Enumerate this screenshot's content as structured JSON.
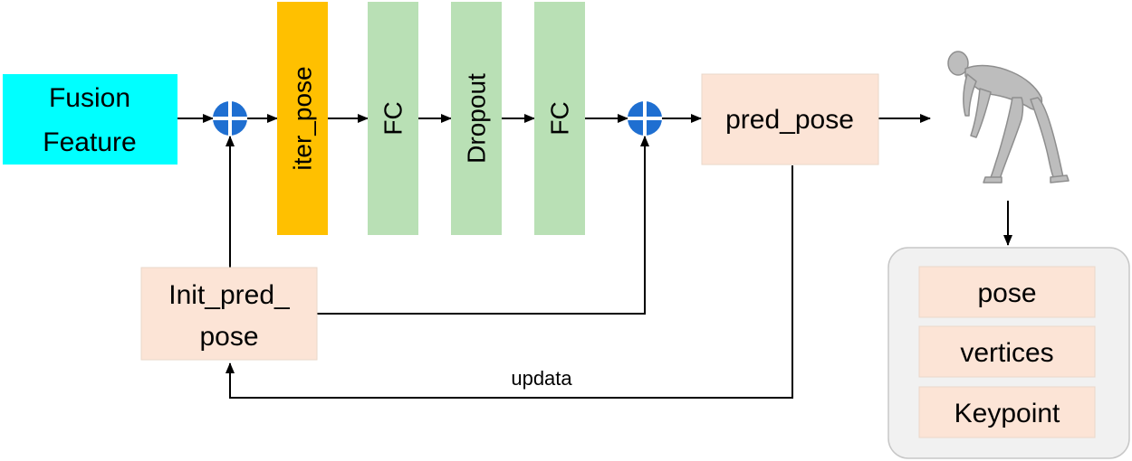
{
  "colors": {
    "fusion_feature": "#00FFFF",
    "iter_pose": "#FFC000",
    "fc_dropout": "#B9E0B5",
    "pose_box": "#FCE4D6",
    "pose_box_border": "#EAD7C9",
    "output_panel": "#F1F1F1",
    "adder": "#1F6FD1",
    "line": "#000000"
  },
  "nodes": {
    "fusion_feature": {
      "line1": "Fusion",
      "line2": "Feature"
    },
    "iter_pose": {
      "label": "iter_pose"
    },
    "fc1": {
      "label": "FC"
    },
    "dropout": {
      "label": "Dropout"
    },
    "fc2": {
      "label": "FC"
    },
    "pred_pose": {
      "label": "pred_pose"
    },
    "init_pred_pose": {
      "line1": "Init_pred_",
      "line2": "pose"
    }
  },
  "edges": {
    "update": {
      "label": "updata"
    }
  },
  "outputs": {
    "items": [
      "pose",
      "vertices",
      "Keypoint"
    ]
  },
  "icons": {
    "adder": "plus-circle-icon",
    "human": "human-3d-figure-icon"
  }
}
